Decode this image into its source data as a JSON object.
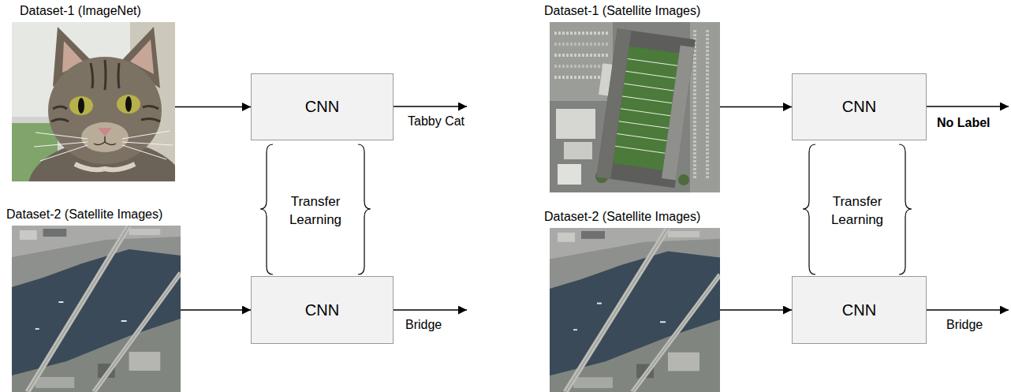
{
  "diagram": {
    "nodes": [
      {
        "text": [
          "Dataset-1 (ImageNet)"
        ]
      },
      {
        "text": [
          "CNN"
        ]
      },
      {
        "text": [
          "Dataset-2 (Satellite Images)"
        ]
      },
      {
        "text": [
          "CNN"
        ]
      },
      {
        "text": [
          "Dataset-1 (Satellite Images)"
        ]
      },
      {
        "text": [
          "CNN"
        ]
      },
      {
        "text": [
          "Dataset-2 (Satellite Images)"
        ]
      },
      {
        "text": [
          "CNN"
        ]
      }
    ],
    "edges": [
      {
        "from": 0,
        "to": 1,
        "arrow": "to"
      },
      {
        "from": 2,
        "to": 3,
        "arrow": "to"
      },
      {
        "from": 4,
        "to": 5,
        "arrow": "to"
      },
      {
        "from": 6,
        "to": 7,
        "arrow": "to"
      }
    ],
    "labels": [
      "Tabby Cat",
      "Transfer Learning",
      "Bridge",
      "No Label",
      "Transfer Learning",
      "Bridge"
    ]
  }
}
